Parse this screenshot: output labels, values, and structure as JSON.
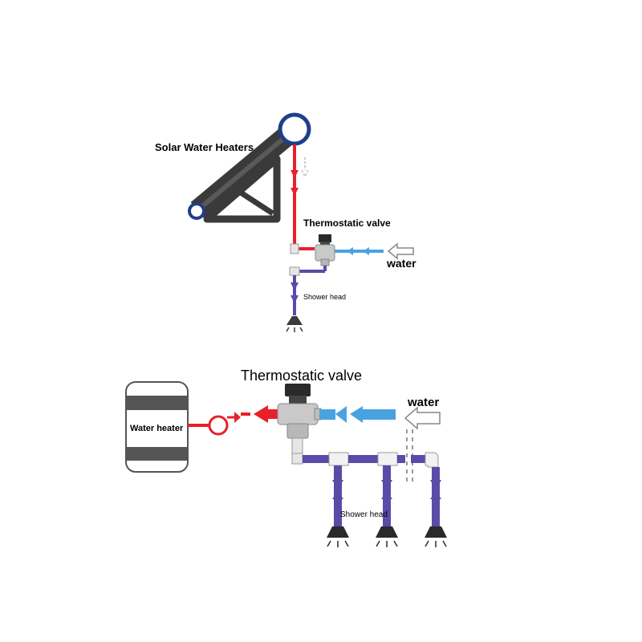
{
  "colors": {
    "hot": "#e8202a",
    "cold": "#4aa3e0",
    "mixed": "#5b4aa8",
    "panel": "#3a3a3a",
    "ring": "#1d3f8a",
    "tank_band": "#555555",
    "valve_body": "#c9c9c9",
    "valve_knob": "#2a2a2a"
  },
  "top_diagram": {
    "solar_label": "Solar Water Heaters",
    "valve_label": "Thermostatic valve",
    "water_label": "water",
    "shower_label": "Shower head"
  },
  "bottom_diagram": {
    "valve_label": "Thermostatic valve",
    "water_label": "water",
    "heater_label": "Water heater",
    "shower_label": "Shower head",
    "shower_count": 3
  },
  "icons": [
    "solar-panel-icon",
    "water-tank-icon",
    "thermostatic-valve-icon",
    "shower-head-icon",
    "pump-icon",
    "flow-arrow-icon"
  ]
}
